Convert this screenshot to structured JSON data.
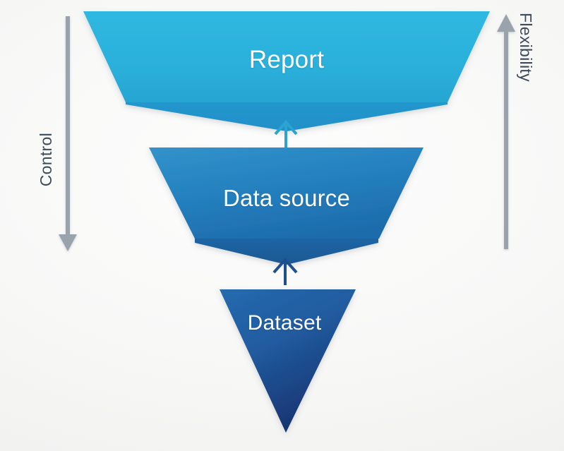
{
  "diagram": {
    "type": "inverted-funnel-hierarchy",
    "background_color": "#f6f6f5",
    "stages": [
      {
        "id": "report",
        "label": "Report",
        "level": 1,
        "shape": "trapezoid",
        "fill_top": "#2bb6df",
        "fill_bottom": "#2ba9d4",
        "fold_color": "#2390c9",
        "text_color": "#ffffff"
      },
      {
        "id": "data-source",
        "label": "Data source",
        "level": 2,
        "shape": "trapezoid",
        "fill_top": "#2e8ac4",
        "fill_bottom": "#1f6fae",
        "fold_color": "#1d5f9c",
        "text_color": "#ffffff"
      },
      {
        "id": "dataset",
        "label": "Dataset",
        "level": 3,
        "shape": "triangle",
        "fill_top": "#2463a6",
        "fill_bottom": "#182f6d",
        "text_color": "#ffffff"
      }
    ],
    "connectors": [
      {
        "id": "dataset-to-data-source",
        "from": "dataset",
        "to": "data-source",
        "direction": "up",
        "color": "#1d4f8c"
      },
      {
        "id": "data-source-to-report",
        "from": "data-source",
        "to": "report",
        "direction": "up",
        "color": "#2ba4d2"
      }
    ],
    "axes": [
      {
        "id": "control-axis",
        "label": "Control",
        "side": "left",
        "direction": "down",
        "color": "#9aa3ab",
        "text_color": "#3d4a57"
      },
      {
        "id": "flexibility-axis",
        "label": "Flexibility",
        "side": "right",
        "direction": "up",
        "color": "#9aa3ab",
        "text_color": "#3d4a57"
      }
    ]
  }
}
